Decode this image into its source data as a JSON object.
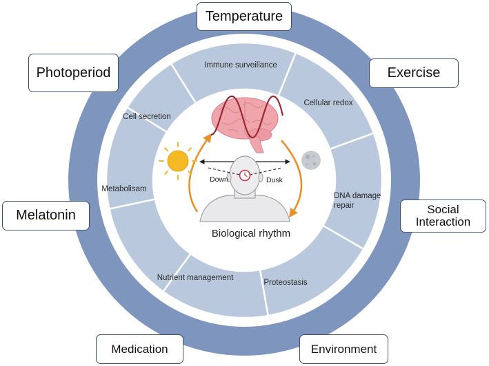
{
  "factors": {
    "temperature": "Temperature",
    "photoperiod": "Photoperiod",
    "exercise": "Exercise",
    "melatonin": "Melatonin",
    "social_line1": "Social",
    "social_line2": "Interaction",
    "medication": "Medication",
    "environment": "Environment"
  },
  "processes": {
    "immune": "Immune surveillance",
    "redox": "Cellular redox",
    "secretion": "Cell secretion",
    "metabolism": "Metabolisam",
    "dna_line1": "DNA damage",
    "dna_line2": "repair",
    "nutrient": "Nutrient management",
    "proteostasis": "Proteostasis"
  },
  "center": {
    "title": "Biological rhythm",
    "dawn": "Down",
    "dusk": "Dusk"
  },
  "colors": {
    "outer_ring": "#7e96bd",
    "segment": "#b9c8dc",
    "inner_circle": "#ffffff",
    "arrow": "#e8902a",
    "sun": "#f5b925",
    "moon": "#c7cbd1",
    "brain": "#f0a5ad",
    "brain_wave": "#9c2630",
    "clock": "#d0323f",
    "head": "#e9e9eb",
    "box_border": "#3d4f6e"
  },
  "icons": {
    "sun": "sun-icon",
    "moon": "moon-icon",
    "brain": "brain-icon",
    "head": "human-head-icon",
    "clock": "clock-icon"
  }
}
